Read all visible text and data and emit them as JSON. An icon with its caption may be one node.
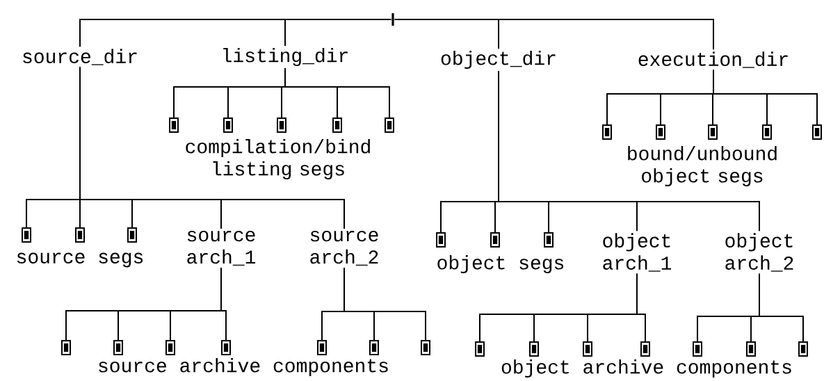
{
  "diagram": {
    "nodes": [
      {
        "text": [],
        "shape": "bar"
      },
      {
        "text": [
          "source_dir"
        ]
      },
      {
        "text": [
          "listing_dir"
        ]
      },
      {
        "text": [
          "object_dir"
        ]
      },
      {
        "text": [
          "execution_dir"
        ]
      },
      {
        "text": [],
        "shape": "box"
      },
      {
        "text": [],
        "shape": "box"
      },
      {
        "text": [],
        "shape": "box"
      },
      {
        "text": [],
        "shape": "box"
      },
      {
        "text": [],
        "shape": "box"
      },
      {
        "text": [],
        "shape": "box"
      },
      {
        "text": [],
        "shape": "box"
      },
      {
        "text": [],
        "shape": "box"
      },
      {
        "text": [],
        "shape": "box"
      },
      {
        "text": [],
        "shape": "box"
      },
      {
        "text": [],
        "shape": "box"
      },
      {
        "text": [],
        "shape": "box"
      },
      {
        "text": [],
        "shape": "box"
      },
      {
        "text": [
          "source arch_1"
        ]
      },
      {
        "text": [
          "source arch_2"
        ]
      },
      {
        "text": [],
        "shape": "box"
      },
      {
        "text": [],
        "shape": "box"
      },
      {
        "text": [],
        "shape": "box"
      },
      {
        "text": [
          "object arch_1"
        ]
      },
      {
        "text": [
          "object arch_2"
        ]
      },
      {
        "text": [],
        "shape": "box"
      },
      {
        "text": [],
        "shape": "box"
      },
      {
        "text": [],
        "shape": "box"
      },
      {
        "text": [],
        "shape": "box"
      },
      {
        "text": [],
        "shape": "box"
      },
      {
        "text": [],
        "shape": "box"
      },
      {
        "text": [],
        "shape": "box"
      },
      {
        "text": [],
        "shape": "box"
      },
      {
        "text": [],
        "shape": "box"
      },
      {
        "text": [],
        "shape": "box"
      },
      {
        "text": [],
        "shape": "box"
      },
      {
        "text": [],
        "shape": "box"
      },
      {
        "text": [],
        "shape": "box"
      },
      {
        "text": [],
        "shape": "box"
      }
    ],
    "edges": [
      {
        "from": 0,
        "to": 1,
        "arrow": "none"
      },
      {
        "from": 0,
        "to": 2,
        "arrow": "none"
      },
      {
        "from": 0,
        "to": 3,
        "arrow": "none"
      },
      {
        "from": 0,
        "to": 4,
        "arrow": "none"
      },
      {
        "from": 2,
        "to": 5,
        "arrow": "none"
      },
      {
        "from": 2,
        "to": 6,
        "arrow": "none"
      },
      {
        "from": 2,
        "to": 7,
        "arrow": "none"
      },
      {
        "from": 2,
        "to": 8,
        "arrow": "none"
      },
      {
        "from": 2,
        "to": 9,
        "arrow": "none"
      },
      {
        "from": 4,
        "to": 10,
        "arrow": "none"
      },
      {
        "from": 4,
        "to": 11,
        "arrow": "none"
      },
      {
        "from": 4,
        "to": 12,
        "arrow": "none"
      },
      {
        "from": 4,
        "to": 13,
        "arrow": "none"
      },
      {
        "from": 4,
        "to": 14,
        "arrow": "none"
      },
      {
        "from": 1,
        "to": 15,
        "arrow": "none"
      },
      {
        "from": 1,
        "to": 16,
        "arrow": "none"
      },
      {
        "from": 1,
        "to": 17,
        "arrow": "none"
      },
      {
        "from": 1,
        "to": 18,
        "arrow": "none"
      },
      {
        "from": 1,
        "to": 19,
        "arrow": "none"
      },
      {
        "from": 3,
        "to": 20,
        "arrow": "none"
      },
      {
        "from": 3,
        "to": 21,
        "arrow": "none"
      },
      {
        "from": 3,
        "to": 22,
        "arrow": "none"
      },
      {
        "from": 3,
        "to": 23,
        "arrow": "none"
      },
      {
        "from": 3,
        "to": 24,
        "arrow": "none"
      },
      {
        "from": 18,
        "to": 25,
        "arrow": "none"
      },
      {
        "from": 18,
        "to": 26,
        "arrow": "none"
      },
      {
        "from": 18,
        "to": 27,
        "arrow": "none"
      },
      {
        "from": 18,
        "to": 28,
        "arrow": "none"
      },
      {
        "from": 19,
        "to": 29,
        "arrow": "none"
      },
      {
        "from": 19,
        "to": 30,
        "arrow": "none"
      },
      {
        "from": 19,
        "to": 31,
        "arrow": "none"
      },
      {
        "from": 23,
        "to": 32,
        "arrow": "none"
      },
      {
        "from": 23,
        "to": 33,
        "arrow": "none"
      },
      {
        "from": 23,
        "to": 34,
        "arrow": "none"
      },
      {
        "from": 23,
        "to": 35,
        "arrow": "none"
      },
      {
        "from": 24,
        "to": 36,
        "arrow": "none"
      },
      {
        "from": 24,
        "to": 37,
        "arrow": "none"
      },
      {
        "from": 24,
        "to": 38,
        "arrow": "none"
      }
    ],
    "labels": [
      "compilation/bind listing segs",
      "bound/unbound object segs",
      "source segs",
      "object segs",
      "source archive components",
      "object archive components"
    ]
  }
}
